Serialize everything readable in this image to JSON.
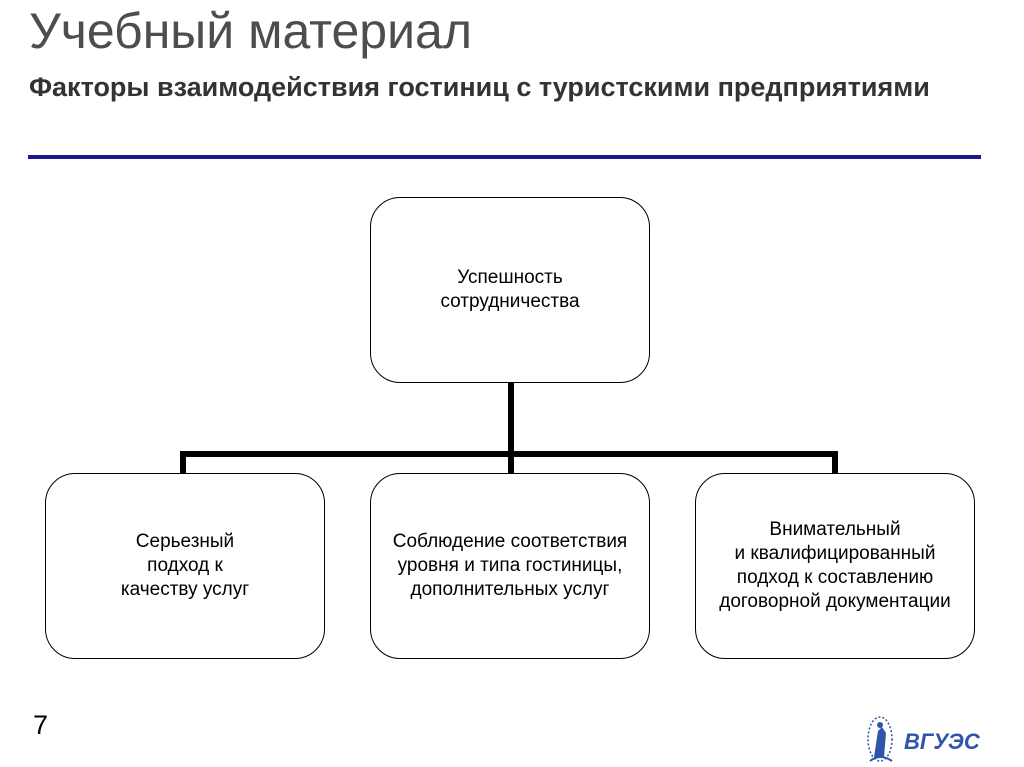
{
  "slide": {
    "title": "Учебный материал",
    "subtitle": "Факторы взаимодействия гостиниц с туристскими предприятиями",
    "page_number": "7",
    "accent_color": "#1a1a8c"
  },
  "diagram": {
    "root": "Успешность\nсотрудничества",
    "children": [
      "Серьезный\nподход к\nкачеству услуг",
      "Соблюдение соответствия\nуровня и типа гостиницы,\nдополнительных услуг",
      "Внимательный\nи квалифицированный\nподход к составлению\nдоговорной документации"
    ]
  },
  "logo": {
    "text": "ВГУЭС",
    "icon": "university-logo-icon"
  }
}
